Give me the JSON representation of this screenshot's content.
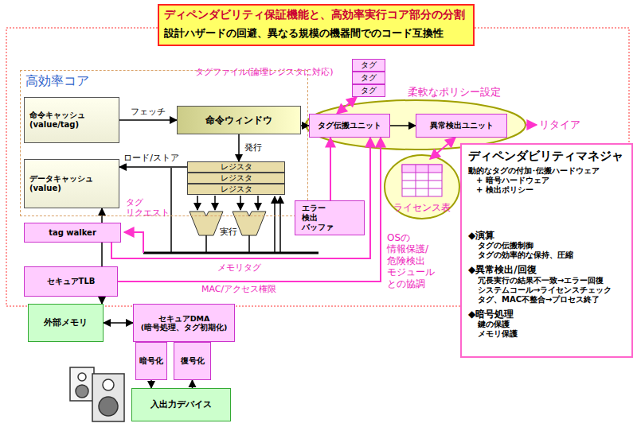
{
  "diagram": {
    "title": "ディペンダビリティ保証機能と、高効率実行コア部分の分割",
    "nodes": [
      {
        "text": [
          "高効率コア"
        ]
      },
      {
        "text": [
          "命令キャッシュ (value/tag)"
        ],
        "in": 0
      },
      {
        "text": [
          "命令ウィンドウ"
        ],
        "in": 0
      },
      {
        "text": [
          "データキャッシュ (value)"
        ],
        "in": 0
      },
      {
        "text": [
          "レジスタ"
        ],
        "in": 0
      },
      {
        "text": [
          "レジスタ"
        ],
        "in": 0
      },
      {
        "text": [
          "レジスタ"
        ],
        "in": 0
      },
      {
        "text": [
          "エラー 検出 バッファ"
        ]
      },
      {
        "text": [
          "tag walker"
        ]
      },
      {
        "text": [
          "セキュアTLB"
        ]
      },
      {
        "text": [
          "タグ"
        ]
      },
      {
        "text": [
          "タグ"
        ]
      },
      {
        "text": [
          "タグ"
        ]
      },
      {
        "text": [
          "タグ伝搬ユニット"
        ]
      },
      {
        "text": [
          "異常検出ユニット"
        ]
      },
      {
        "text": [
          "ライセンス表"
        ]
      },
      {
        "text": [
          "ディペンダビリティマネジャ",
          "動的なタグの付加･伝搬ハードウェア",
          "+ 暗号ハードウェア",
          "+ 検出ポリシー",
          "◆演算",
          "タグの伝搬制御",
          "タグの効率的な保持、圧縮",
          "◆異常検出/回復",
          "冗長実行の結果不一致→エラー回復",
          "システムコール→ライセンスチェック",
          "タグ、MAC不整合→プロセス終了",
          "◆暗号処理",
          "鍵の保護",
          "メモリ保護"
        ]
      },
      {
        "text": [
          "外部メモリ"
        ]
      },
      {
        "text": [
          "セキュアDMA (暗号処理、タグ初期化)"
        ]
      },
      {
        "text": [
          "暗号化"
        ]
      },
      {
        "text": [
          "復号化"
        ]
      },
      {
        "text": [
          "入出力デバイス"
        ]
      }
    ],
    "edges": [
      {
        "from": 1,
        "to": 2,
        "arrow": "to",
        "label": "フェッチ"
      },
      {
        "from": 2,
        "to": 4,
        "arrow": "to",
        "label": "発行"
      },
      {
        "from": 4,
        "to": 3,
        "arrow": "to",
        "label": "ロード/ストア"
      },
      {
        "from": 2,
        "to": 13,
        "arrow": "to"
      },
      {
        "from": 13,
        "to": 14,
        "arrow": "to"
      },
      {
        "from": 12,
        "to": 13,
        "arrow": "both"
      },
      {
        "from": 14,
        "to": 15,
        "arrow": "both"
      },
      {
        "from": 7,
        "to": 13,
        "arrow": "to"
      },
      {
        "from": 8,
        "to": 13,
        "arrow": "to",
        "label": "メモリタグ"
      },
      {
        "from": 9,
        "to": 13,
        "arrow": "to",
        "label": "MAC/アクセス権限"
      },
      {
        "from": 3,
        "to": 17,
        "arrow": "both"
      },
      {
        "from": 17,
        "to": 18,
        "arrow": "both"
      },
      {
        "from": 19,
        "to": 21,
        "arrow": "to"
      },
      {
        "from": 21,
        "to": 20,
        "arrow": "to"
      }
    ],
    "labels": [
      "設計ハザードの回避、異なる規模の機器間でのコード互換性",
      "タグファイル(論理レジスタに対応)",
      "柔軟なポリシー設定",
      "リタイア",
      "実行",
      "タグ リクエスト",
      "OSの 情報保護/ 危険検出 モジュール との協調"
    ]
  }
}
